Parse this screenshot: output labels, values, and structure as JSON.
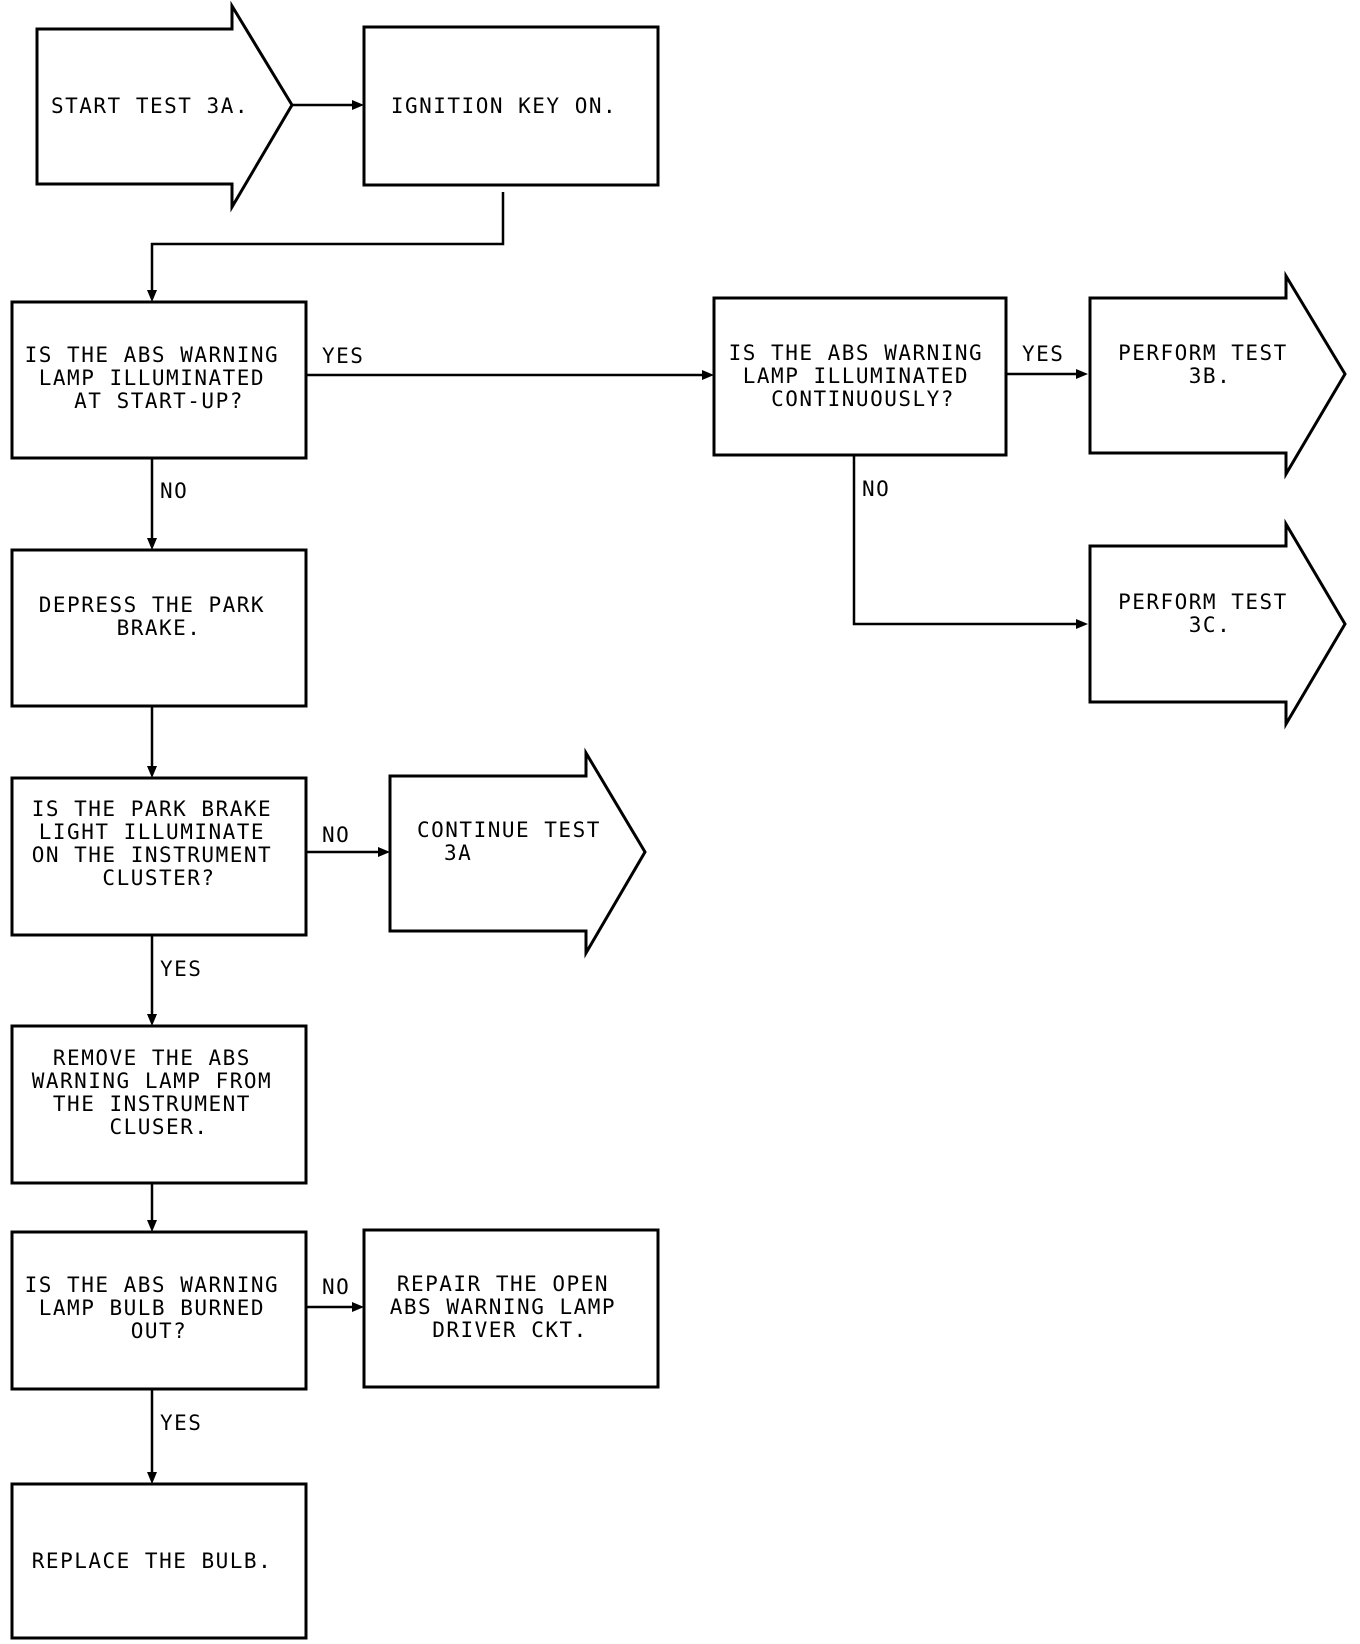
{
  "nodes": {
    "start": [
      "START TEST 3A."
    ],
    "ignition": [
      "IGNITION KEY ON."
    ],
    "q_startup": [
      "IS THE ABS WARNING",
      "LAMP ILLUMINATED",
      "AT START-UP?"
    ],
    "q_continuous": [
      "IS THE ABS WARNING",
      "LAMP ILLUMINATED",
      "CONTINUOUSLY?"
    ],
    "perform_3b": [
      "PERFORM TEST",
      "3B."
    ],
    "perform_3c": [
      "PERFORM TEST",
      "3C."
    ],
    "depress": [
      "DEPRESS THE PARK",
      "BRAKE."
    ],
    "q_parkbrake": [
      "IS THE PARK BRAKE",
      "LIGHT ILLUMINATE",
      "ON THE INSTRUMENT",
      "CLUSTER?"
    ],
    "continue_3a": [
      "CONTINUE TEST",
      "3A"
    ],
    "remove": [
      "REMOVE THE ABS",
      "WARNING LAMP FROM",
      "THE INSTRUMENT",
      "CLUSER."
    ],
    "q_bulb": [
      "IS THE ABS WARNING",
      "LAMP BULB BURNED",
      "OUT?"
    ],
    "repair": [
      "REPAIR THE OPEN",
      "ABS WARNING LAMP",
      "DRIVER CKT."
    ],
    "replace": [
      "REPLACE THE BULB."
    ]
  },
  "edge_labels": {
    "startup_yes": "YES",
    "startup_no": "NO",
    "continuous_yes": "YES",
    "continuous_no": "NO",
    "parkbrake_no": "NO",
    "parkbrake_yes": "YES",
    "bulb_no": "NO",
    "bulb_yes": "YES"
  }
}
